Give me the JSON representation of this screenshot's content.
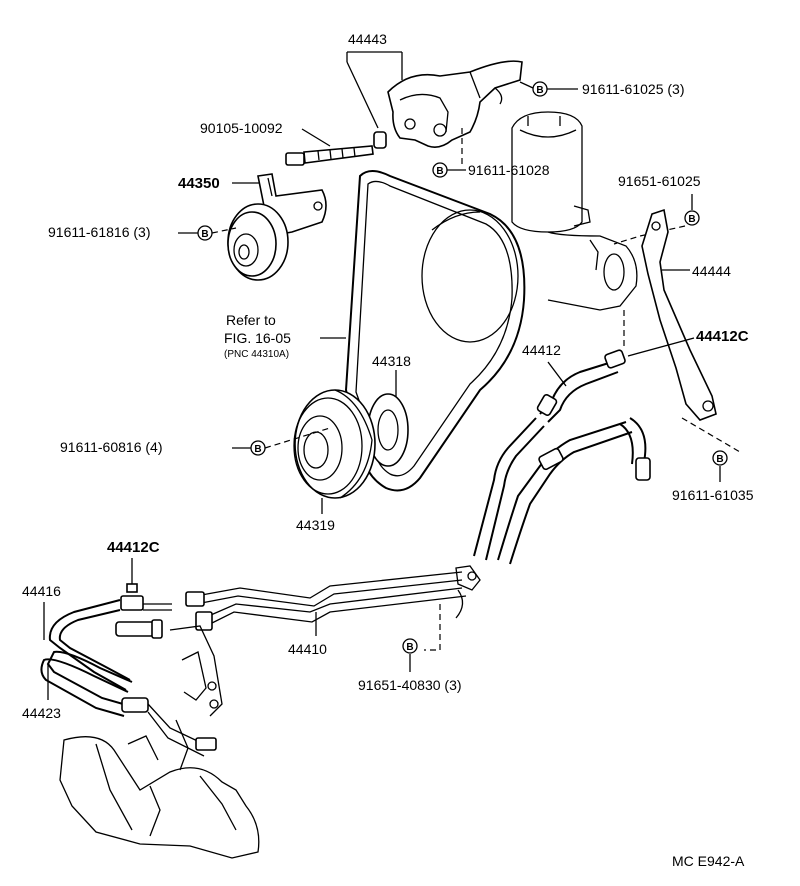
{
  "labels": {
    "p44443": "44443",
    "p91611_61025": "91611-61025 (3)",
    "p90105": "90105-10092",
    "p91611_61028": "91611-61028",
    "p44350": "44350",
    "p91611_61816": "91611-61816 (3)",
    "p91651_61025": "91651-61025",
    "p44444": "44444",
    "refer_to": "Refer to",
    "fig": "FIG. 16-05",
    "pnc": "(PNC 44310A)",
    "p44412c_right": "44412C",
    "p44412": "44412",
    "p44318": "44318",
    "p91611_60816": "91611-60816 (4)",
    "p91611_61035": "91611-61035",
    "p44319": "44319",
    "p44412c_left": "44412C",
    "p44416": "44416",
    "p44410": "44410",
    "p91651_40830": "91651-40830 (3)",
    "p44423": "44423",
    "code": "MC  E942-A"
  },
  "bolt_marker": "B",
  "icons": {
    "bolt_callout": "circled-b-icon"
  }
}
